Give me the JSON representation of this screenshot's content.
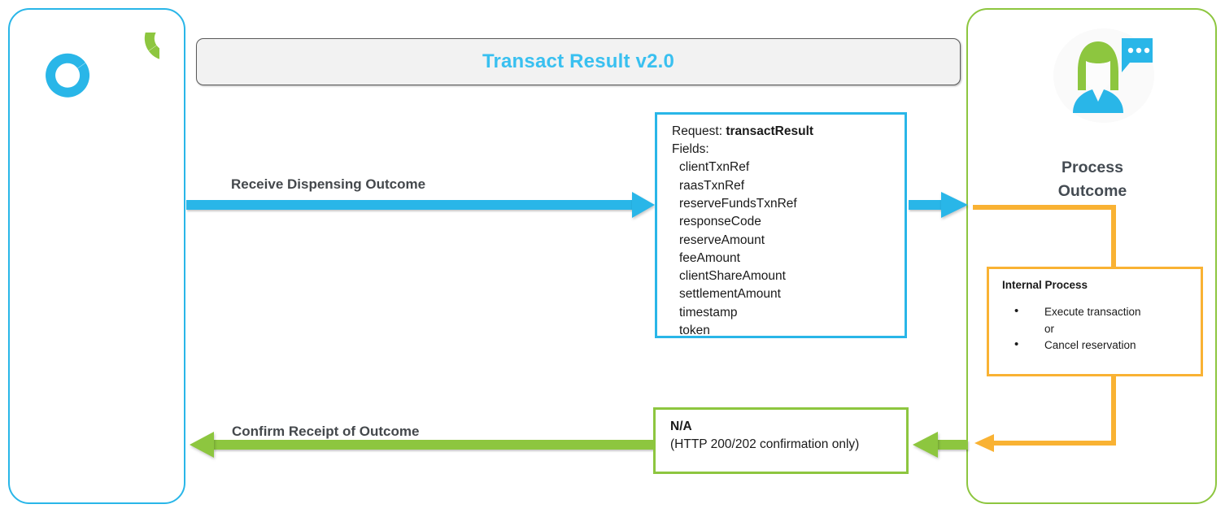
{
  "title_bar": {
    "title": "Transact Result v2.0"
  },
  "client_panel": {
    "logo_name": "interlocking-circles-logo",
    "logo_colors": {
      "left_ring": "#29B6E8",
      "right_ring": "#8DC63F"
    }
  },
  "provider_panel": {
    "avatar_name": "person-with-speech-bubble-icon",
    "avatar_colors": {
      "hair": "#8DC63F",
      "body": "#29B6E8",
      "bubble": "#29B6E8"
    },
    "heading_line1": "Process",
    "heading_line2": "Outcome"
  },
  "flows": {
    "request": {
      "label": "Receive Dispensing Outcome",
      "color": "#29B6E8",
      "direction": "left-to-right"
    },
    "response": {
      "label": "Confirm Receipt of Outcome",
      "color": "#8DC63F",
      "direction": "right-to-left"
    },
    "internal": {
      "color": "#F9B233"
    }
  },
  "request_box": {
    "request_prefix": "Request: ",
    "request_name": "transactResult",
    "fields_label": "Fields:",
    "fields": [
      "clientTxnRef",
      "raasTxnRef",
      "reserveFundsTxnRef",
      "responseCode",
      "reserveAmount",
      "feeAmount",
      "clientShareAmount",
      "settlementAmount",
      "timestamp",
      "token"
    ],
    "border_color": "#29B6E8"
  },
  "response_box": {
    "title": "N/A",
    "subtitle": "(HTTP 200/202 confirmation only)",
    "border_color": "#8DC63F"
  },
  "internal_process_box": {
    "title": "Internal Process",
    "items": [
      {
        "text": "Execute transaction",
        "bulleted": true
      },
      {
        "text": "or",
        "bulleted": false
      },
      {
        "text": "Cancel reservation",
        "bulleted": true
      }
    ],
    "border_color": "#F9B233"
  }
}
